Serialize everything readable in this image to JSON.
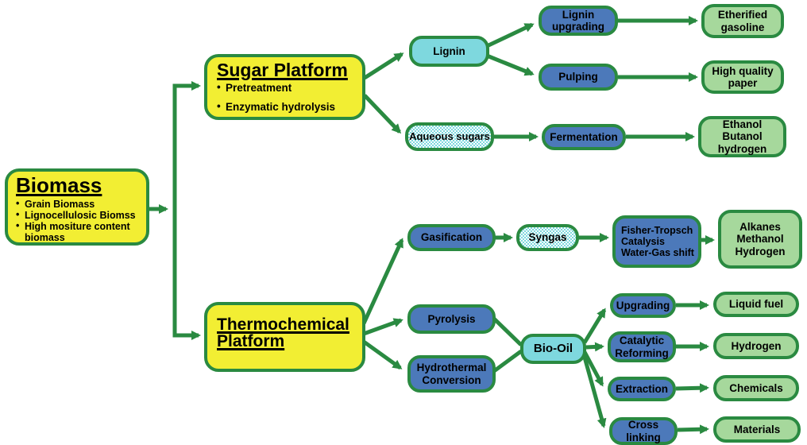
{
  "colors": {
    "border_green": "#2a8a41",
    "yellow": "#f2ee33",
    "blue": "#4c79ba",
    "cyan": "#7ed8de",
    "light_green": "#a6d89c"
  },
  "biomass": {
    "title": "Biomass",
    "bullets": [
      "Grain Biomass",
      "Lignocellulosic Biomss",
      "High mositure content biomass"
    ]
  },
  "sugar_platform": {
    "title": "Sugar Platform",
    "bullets": [
      "Pretreatment",
      "Enzymatic hydrolysis"
    ]
  },
  "thermochemical_platform": {
    "title": "Thermochemical\nPlatform"
  },
  "nodes": {
    "lignin": "Lignin",
    "aqueous_sugars": "Aqueous sugars",
    "lignin_upgrading": "Lignin\nupgrading",
    "pulping": "Pulping",
    "fermentation": "Fermentation",
    "etherified_gasoline": "Etherified\ngasoline",
    "high_quality_paper": "High quality\npaper",
    "ethanol_butanol_hydrogen": "Ethanol\nButanol\nhydrogen",
    "gasification": "Gasification",
    "syngas": "Syngas",
    "fischer_tropsch": "Fisher-Tropsch\nCatalysis\nWater-Gas shift",
    "alkanes_methanol_hydrogen": "Alkanes\nMethanol\nHydrogen",
    "pyrolysis": "Pyrolysis",
    "hydrothermal_conversion": "Hydrothermal\nConversion",
    "bio_oil": "Bio-Oil",
    "upgrading": "Upgrading",
    "catalytic_reforming": "Catalytic\nReforming",
    "extraction": "Extraction",
    "cross_linking": "Cross\nlinking",
    "liquid_fuel": "Liquid fuel",
    "hydrogen": "Hydrogen",
    "chemicals": "Chemicals",
    "materials": "Materials"
  }
}
